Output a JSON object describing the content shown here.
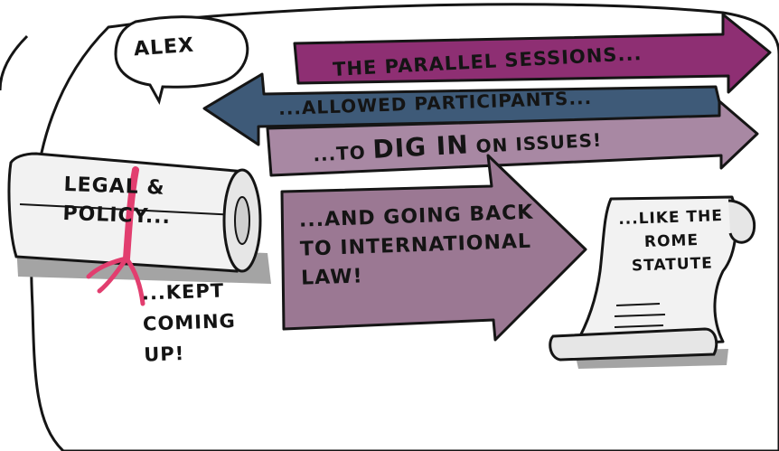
{
  "speaker": {
    "name": "ALEX"
  },
  "arrows": {
    "parallel_sessions": "THE PARALLEL SESSIONS...",
    "allowed_participants": "...ALLOWED PARTICIPANTS...",
    "dig_in_prefix": "...TO ",
    "dig_in_emphasis": "DIG IN",
    "dig_in_suffix": " ON ISSUES!",
    "going_back": "...AND GOING BACK TO INTERNATIONAL LAW!"
  },
  "scroll_left": {
    "label": "LEGAL & POLICY...",
    "caption": "...KEPT COMING UP!"
  },
  "scroll_right": {
    "label": "...LIKE THE ROME STATUTE"
  },
  "colors": {
    "arrow_magenta": "#8e2f73",
    "arrow_slate_blue": "#3e5a78",
    "arrow_mauve": "#a888a3",
    "arrow_mauve_large": "#9b7893",
    "ribbon_pink": "#e23e6f",
    "shadow_gray": "#a4a4a4",
    "outline": "#151515"
  }
}
